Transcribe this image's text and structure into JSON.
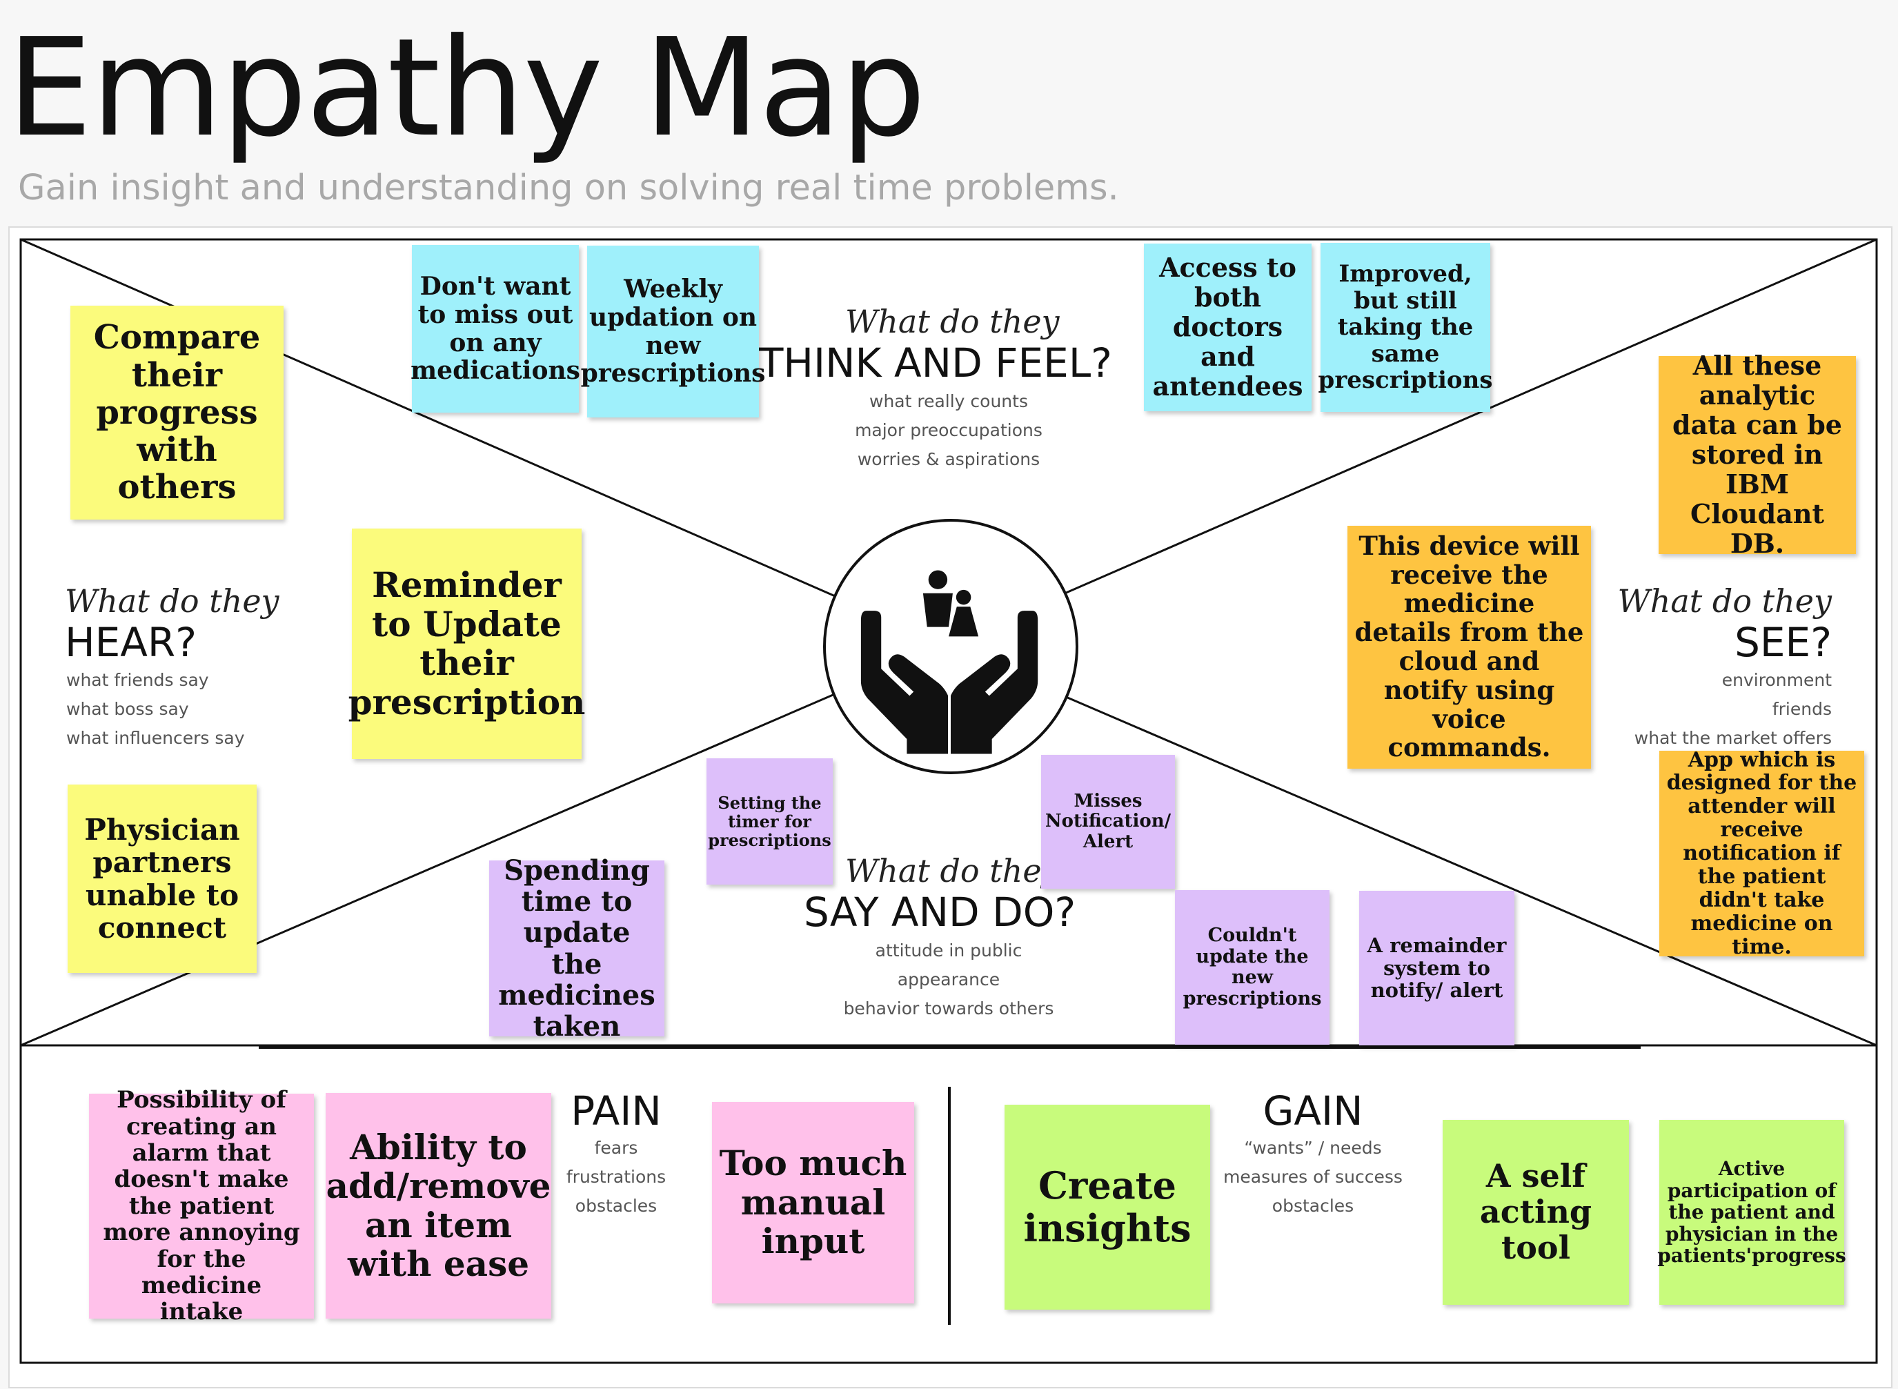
{
  "header": {
    "title": "Empathy Map",
    "subtitle": "Gain insight and understanding on solving real time problems."
  },
  "center_icon": "hands-holding-people-icon",
  "sections": {
    "think_feel": {
      "prefix": "What do they",
      "title": "THINK AND FEEL?",
      "hints": [
        "what really counts",
        "major preoccupations",
        "worries & aspirations"
      ]
    },
    "hear": {
      "prefix": "What do they",
      "title": "HEAR?",
      "hints": [
        "what friends say",
        "what boss say",
        "what influencers say"
      ]
    },
    "see": {
      "prefix": "What do they",
      "title": "SEE?",
      "hints": [
        "environment",
        "friends",
        "what the market offers"
      ]
    },
    "say_do": {
      "prefix": "What do they",
      "title": "SAY AND DO?",
      "hints": [
        "attitude in public",
        "appearance",
        "behavior towards others"
      ]
    },
    "pain": {
      "title": "PAIN",
      "hints": [
        "fears",
        "frustrations",
        "obstacles"
      ]
    },
    "gain": {
      "title": "GAIN",
      "hints": [
        "“wants” / needs",
        "measures of success",
        "obstacles"
      ]
    }
  },
  "notes": {
    "think_feel": [
      "Don't want to miss out on any medications",
      "Weekly updation on new prescriptions",
      "Access to both doctors and antendees",
      "Improved, but still taking the same prescriptions"
    ],
    "hear": [
      "Compare their progress with others",
      "Reminder to Update their prescription",
      "Physician partners unable to connect"
    ],
    "see": [
      "All these analytic data can be stored in IBM Cloudant DB.",
      "This device will receive the medicine details from the cloud and notify using voice commands.",
      "App which is designed for the attender will receive notification if the patient didn't take medicine on time."
    ],
    "say_do": [
      "Setting the timer for prescriptions",
      "Misses Notification/ Alert",
      "Spending time to update the medicines taken",
      "Couldn't update the new prescriptions",
      "A remainder system to notify/ alert"
    ],
    "pain": [
      "Possibility of creating an alarm that doesn't make the patient more annoying for the medicine intake",
      "Ability to add/remove an item with ease",
      "Too much manual input"
    ],
    "gain": [
      "Create insights",
      "A self acting tool",
      "Active participation of the patient and physician in the patients'progress"
    ]
  },
  "colors": {
    "yellow": "#fbfb7c",
    "cyan": "#9ff0fb",
    "orange": "#fec441",
    "purple": "#ddbffa",
    "pink": "#ffc1ea",
    "green": "#c8fb7c"
  }
}
